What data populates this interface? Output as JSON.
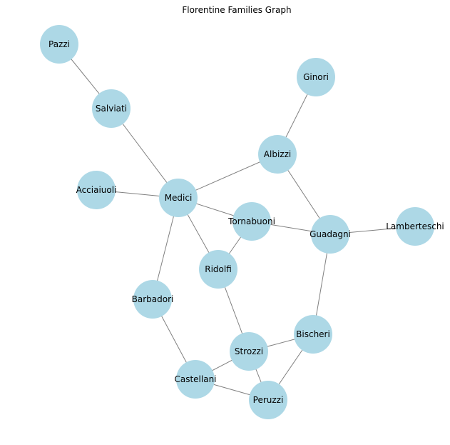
{
  "title": "Florentine Families Graph",
  "colors": {
    "node_fill": "#add8e6",
    "edge_stroke": "#808080",
    "background": "#ffffff",
    "label_color": "#000000"
  },
  "nodes": [
    {
      "id": "pazzi",
      "label": "Pazzi"
    },
    {
      "id": "salviati",
      "label": "Salviati"
    },
    {
      "id": "ginori",
      "label": "Ginori"
    },
    {
      "id": "albizzi",
      "label": "Albizzi"
    },
    {
      "id": "acciaiuoli",
      "label": "Acciaiuoli"
    },
    {
      "id": "medici",
      "label": "Medici"
    },
    {
      "id": "tornabuoni",
      "label": "Tornabuoni"
    },
    {
      "id": "guadagni",
      "label": "Guadagni"
    },
    {
      "id": "lamberteschi",
      "label": "Lamberteschi"
    },
    {
      "id": "ridolfi",
      "label": "Ridolfi"
    },
    {
      "id": "barbadori",
      "label": "Barbadori"
    },
    {
      "id": "bischeri",
      "label": "Bischeri"
    },
    {
      "id": "strozzi",
      "label": "Strozzi"
    },
    {
      "id": "castellani",
      "label": "Castellani"
    },
    {
      "id": "peruzzi",
      "label": "Peruzzi"
    }
  ],
  "edges": [
    [
      "pazzi",
      "salviati"
    ],
    [
      "salviati",
      "medici"
    ],
    [
      "ginori",
      "albizzi"
    ],
    [
      "albizzi",
      "medici"
    ],
    [
      "albizzi",
      "guadagni"
    ],
    [
      "acciaiuoli",
      "medici"
    ],
    [
      "medici",
      "tornabuoni"
    ],
    [
      "medici",
      "ridolfi"
    ],
    [
      "medici",
      "barbadori"
    ],
    [
      "tornabuoni",
      "guadagni"
    ],
    [
      "tornabuoni",
      "ridolfi"
    ],
    [
      "guadagni",
      "lamberteschi"
    ],
    [
      "guadagni",
      "bischeri"
    ],
    [
      "ridolfi",
      "strozzi"
    ],
    [
      "barbadori",
      "castellani"
    ],
    [
      "bischeri",
      "strozzi"
    ],
    [
      "bischeri",
      "peruzzi"
    ],
    [
      "strozzi",
      "castellani"
    ],
    [
      "strozzi",
      "peruzzi"
    ],
    [
      "castellani",
      "peruzzi"
    ]
  ]
}
